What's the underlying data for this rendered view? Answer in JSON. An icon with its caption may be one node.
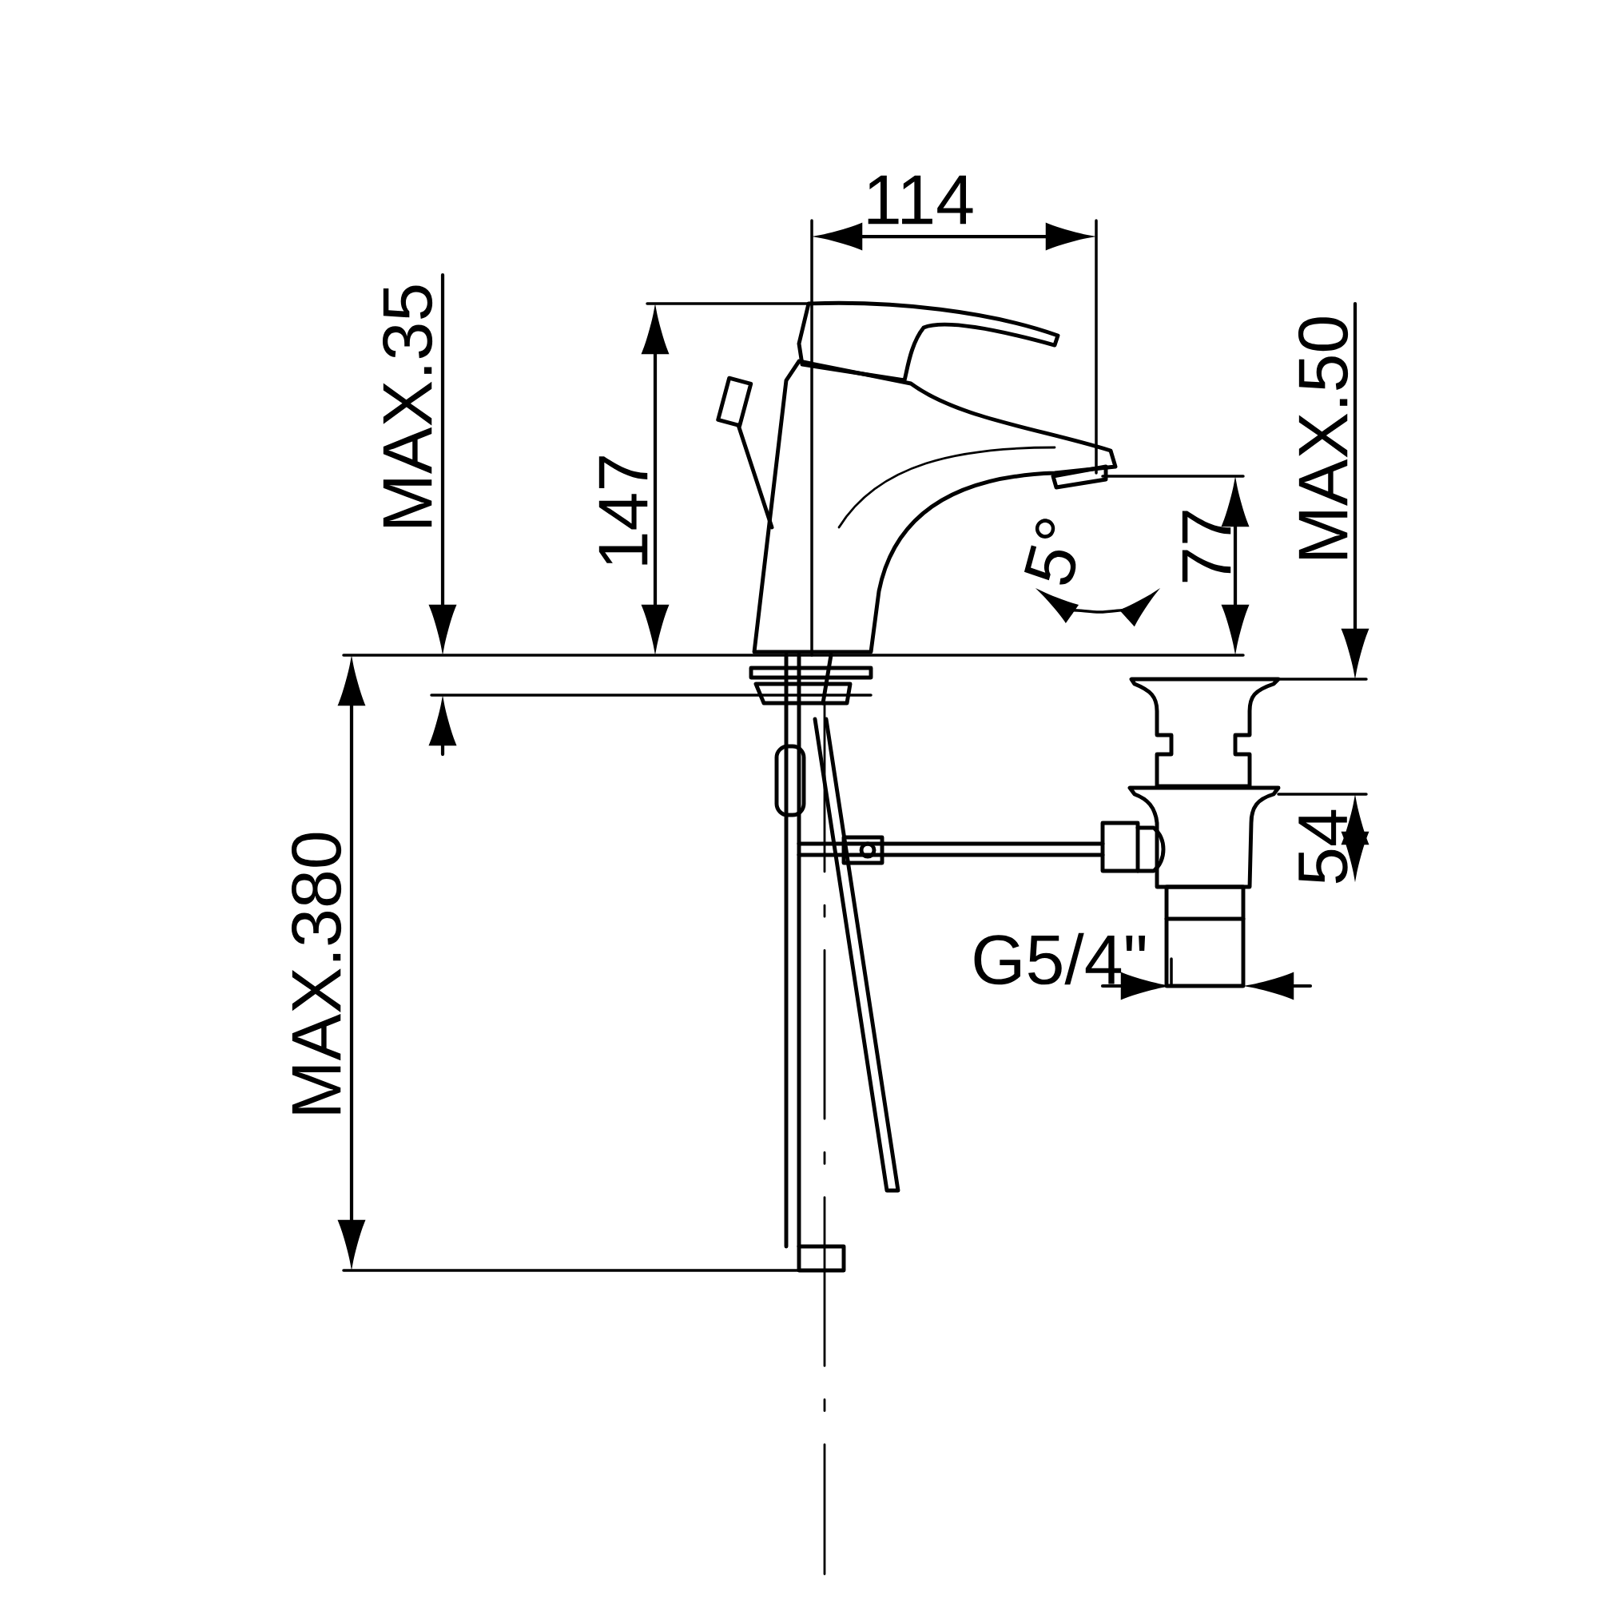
{
  "diagram": {
    "labels": [
      "114",
      "MAX.35",
      "147",
      "5°",
      "77",
      "MAX.50",
      "54",
      "G5/4\"",
      "MAX.380"
    ]
  }
}
